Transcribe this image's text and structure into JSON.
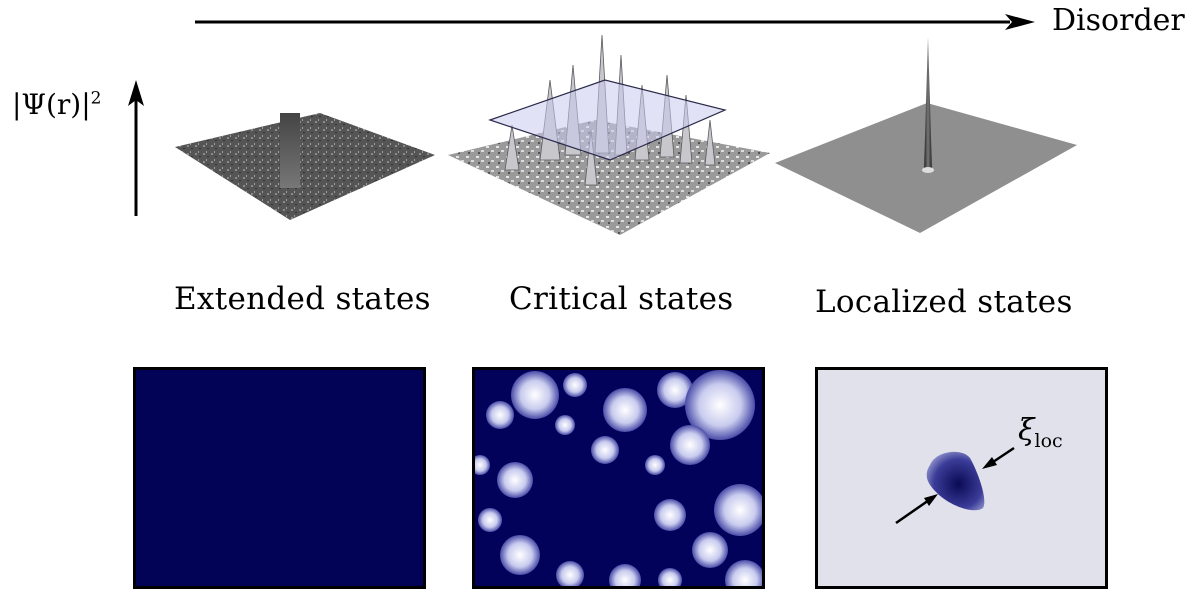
{
  "top_axis": {
    "label": "Disorder"
  },
  "y_axis": {
    "label_main": "|Ψ(r)|",
    "label_sup": "2"
  },
  "surfaces": [
    {
      "label": "Extended states"
    },
    {
      "label": "Critical states"
    },
    {
      "label": "Localized states"
    }
  ],
  "panels": {
    "localized_length_label": {
      "symbol": "ξ",
      "subscript": "loc"
    }
  },
  "colors": {
    "navy": "#020257",
    "pale_lavender": "#e1e1eb",
    "pale_blue": "#c8cbee",
    "surface_grey": "#8f8f8f",
    "dark_grey": "#4a4a4a"
  }
}
